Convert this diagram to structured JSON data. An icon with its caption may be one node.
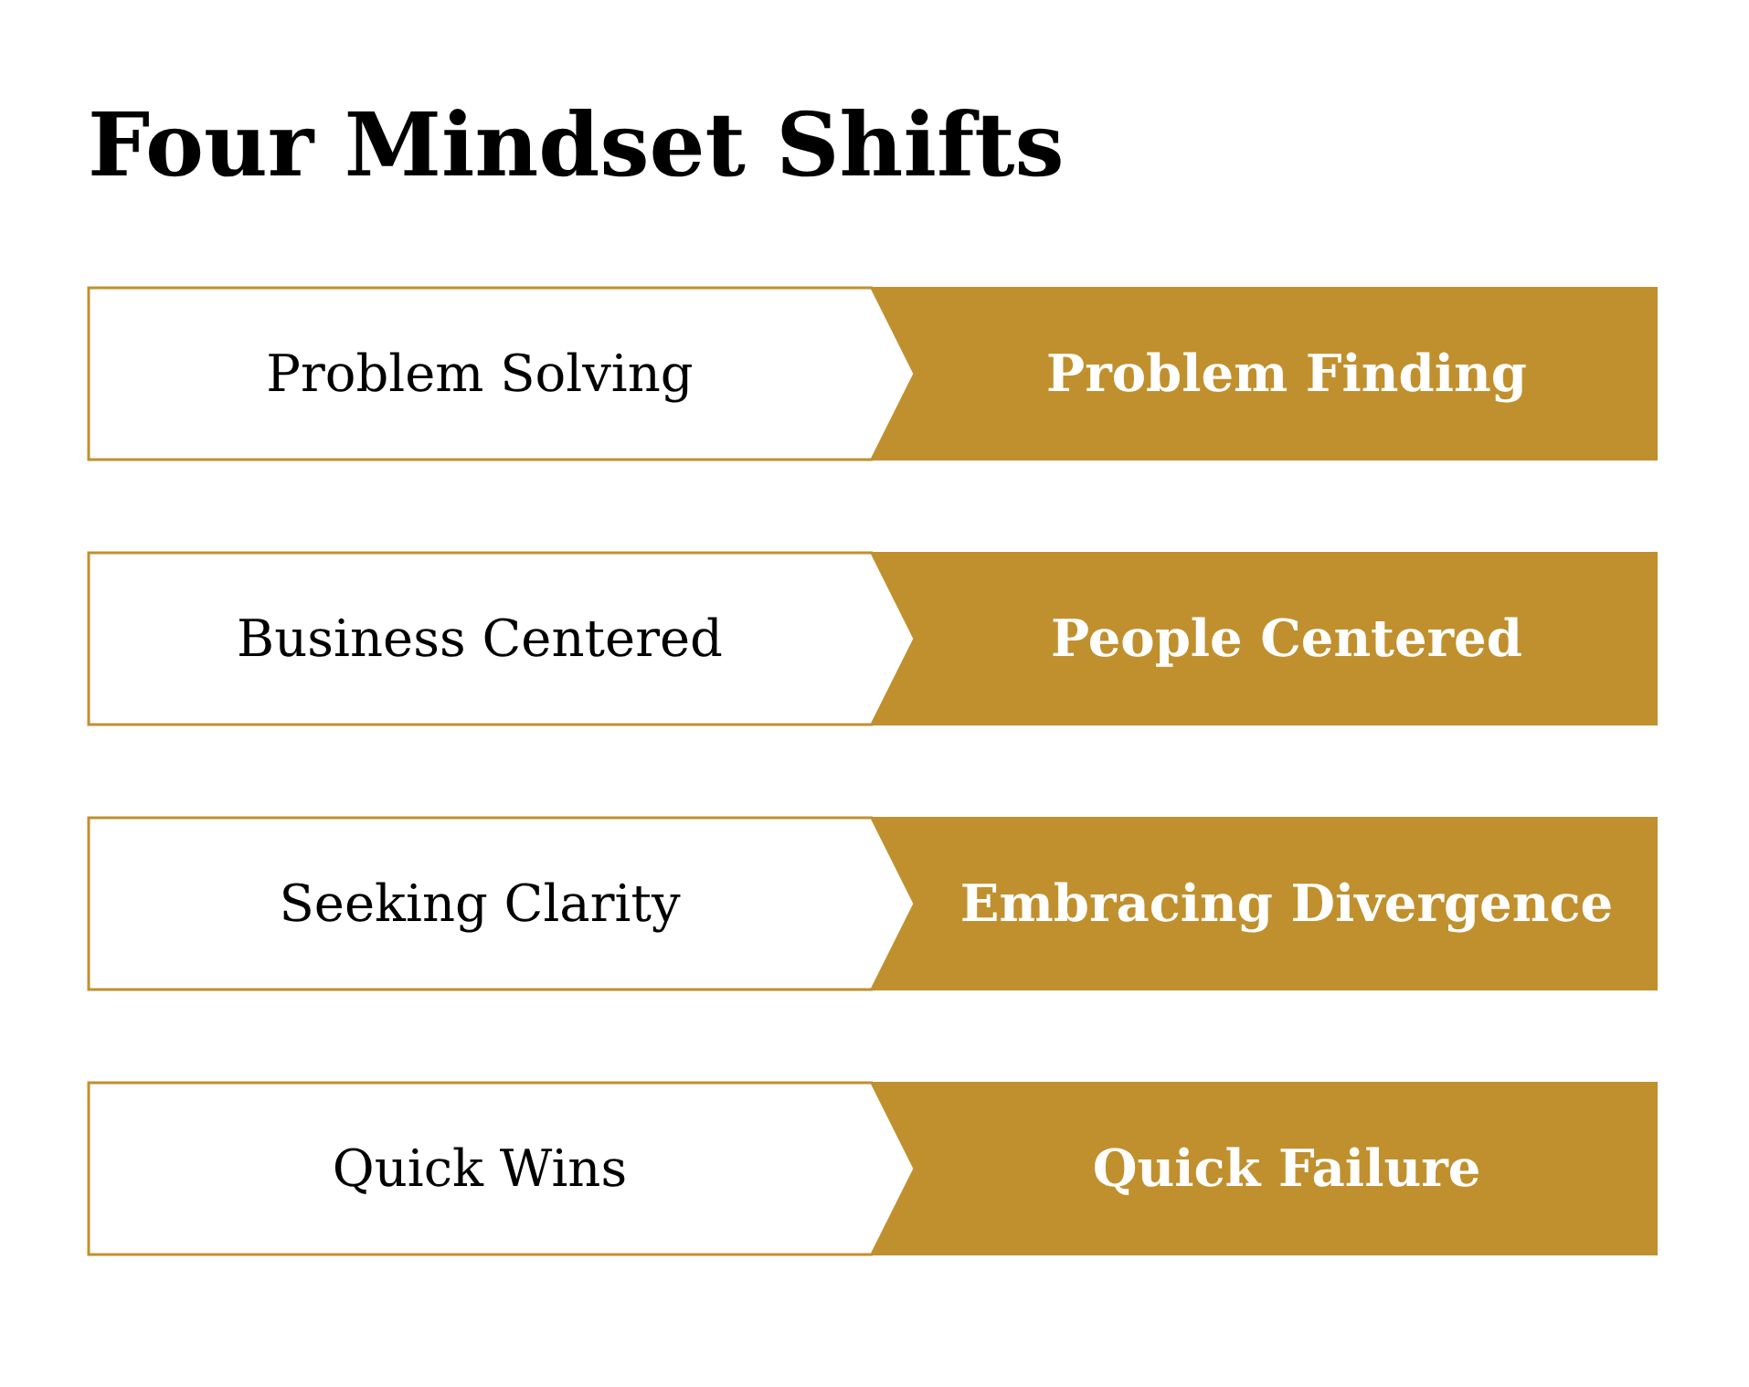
{
  "diagram": {
    "title": "Four Mindset Shifts",
    "nodes": [
      {
        "text": [
          "Problem Solving"
        ]
      },
      {
        "text": [
          "Problem Finding"
        ]
      },
      {
        "text": [
          "Business Centered"
        ]
      },
      {
        "text": [
          "People Centered"
        ]
      },
      {
        "text": [
          "Seeking Clarity"
        ]
      },
      {
        "text": [
          "Embracing Divergence"
        ]
      },
      {
        "text": [
          "Quick Wins"
        ]
      },
      {
        "text": [
          "Quick Failure"
        ]
      }
    ]
  }
}
